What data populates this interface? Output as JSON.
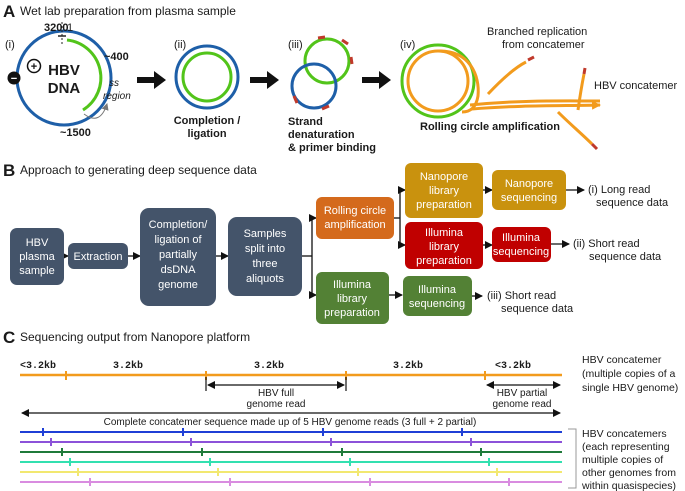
{
  "panelA": {
    "letter": "A",
    "title": "Wet lab preparation from plasma sample",
    "steps": [
      "(i)",
      "(ii)",
      "(iii)",
      "(iv)"
    ],
    "hbv_line1": "HBV",
    "hbv_line2": "DNA",
    "pos_3200": "3200",
    "pos_1": "1",
    "pos_400": "~400",
    "pos_1500": "~1500",
    "ss_line1": "ss",
    "ss_line2": "region",
    "minus": "−",
    "plus": "+",
    "completion_line1": "Completion /",
    "completion_line2": "ligation",
    "strand_line1": "Strand",
    "strand_line2": "denaturation",
    "strand_line3": "& primer binding",
    "rca": "Rolling circle amplification",
    "branched_line1": "Branched replication",
    "branched_line2": "from concatemer",
    "concatemer": "HBV concatemer"
  },
  "panelB": {
    "letter": "B",
    "title": "Approach to generating deep sequence data",
    "plasma": [
      "HBV",
      "plasma",
      "sample"
    ],
    "extraction": [
      "Extraction"
    ],
    "completion": [
      "Completion/",
      "ligation of",
      "partially",
      "dsDNA",
      "genome"
    ],
    "samples": [
      "Samples",
      "split into",
      "three",
      "aliquots"
    ],
    "rca": [
      "Rolling circle",
      "amplification"
    ],
    "illumina_lib_green": [
      "Illumina",
      "library",
      "preparation"
    ],
    "nanopore_lib": [
      "Nanopore",
      "library",
      "preparation"
    ],
    "illumina_lib_red": [
      "Illumina",
      "library",
      "preparation"
    ],
    "nanopore_seq": [
      "Nanopore",
      "sequencing"
    ],
    "illumina_seq_red": [
      "Illumina",
      "sequencing"
    ],
    "illumina_seq_green": [
      "Illumina",
      "sequencing"
    ],
    "out1_line1": "(i) Long read",
    "out1_line2": "sequence data",
    "out2_line1": "(ii) Short read",
    "out2_line2": "sequence data",
    "out3_line1": "(iii) Short read",
    "out3_line2": "sequence data",
    "colors": {
      "slate": "#44546a",
      "orange": "#d46a1c",
      "green": "#538135",
      "gold": "#c9920e",
      "red": "#c00000"
    }
  },
  "panelC": {
    "letter": "C",
    "title": "Sequencing output from Nanopore platform",
    "seg1": "<3.2kb",
    "seg2": "3.2kb",
    "seg3": "3.2kb",
    "seg4": "3.2kb",
    "seg5": "<3.2kb",
    "full_line1": "HBV full",
    "full_line2": "genome read",
    "partial_line1": "HBV partial",
    "partial_line2": "genome read",
    "conc_line1": "HBV concatemer",
    "conc_line2": "(multiple copies of a",
    "conc_line3": "single HBV genome)",
    "complete_text": "Complete concatemer sequence made up of 5 HBV genome reads (3 full + 2 partial)",
    "concs_line1": "HBV concatemers",
    "concs_line2": "(each representing",
    "concs_line3": "multiple copies of",
    "concs_line4": "other genomes from",
    "concs_line5": "within quasispecies)",
    "line_colors": [
      "#1f3fd6",
      "#8c52d9",
      "#1f7a3a",
      "#33e0b0",
      "#f2e870",
      "#d98ce0"
    ]
  }
}
